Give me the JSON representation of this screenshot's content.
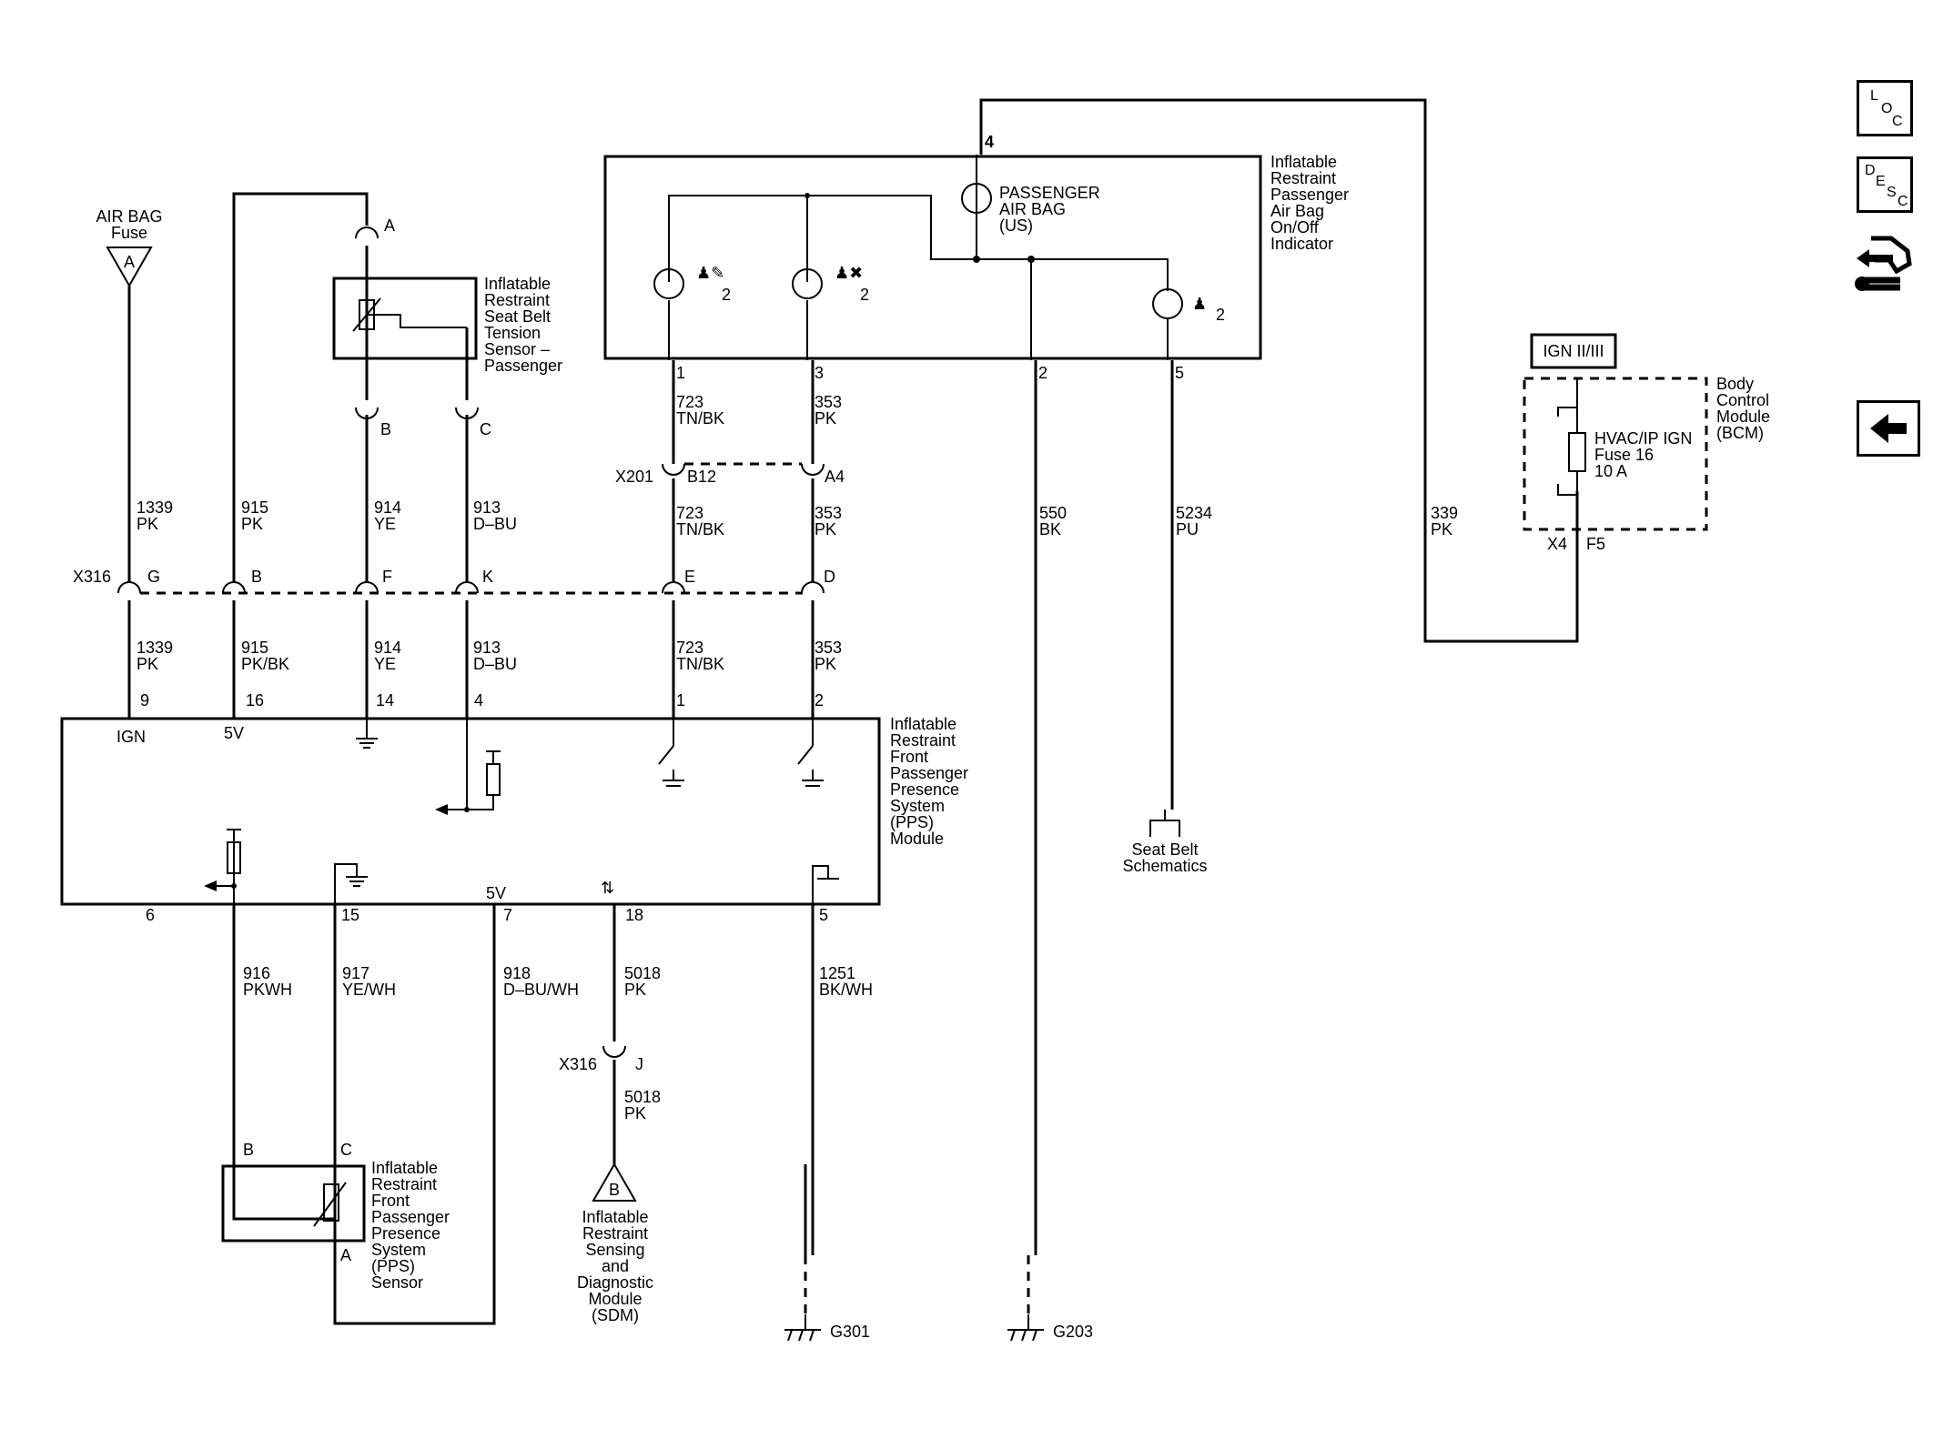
{
  "fuse_top": {
    "title_1": "AIR BAG",
    "title_2": "Fuse",
    "letter": "A"
  },
  "tension_sensor": {
    "l1": "Inflatable",
    "l2": "Restraint",
    "l3": "Seat Belt",
    "l4": "Tension",
    "l5": "Sensor –",
    "l6": "Passenger",
    "pin_a": "A",
    "pin_b": "B",
    "pin_c": "C"
  },
  "indicator": {
    "l1": "Inflatable",
    "l2": "Restraint",
    "l3": "Passenger",
    "l4": "Air Bag",
    "l5": "On/Off",
    "l6": "Indicator",
    "lamp_1": "PASSENGER",
    "lamp_2": "AIR BAG",
    "lamp_3": "(US)",
    "pin_top": "4",
    "pin_1": "1",
    "pin_3": "3",
    "pin_2": "2",
    "pin_5": "5",
    "sub": "2"
  },
  "bcm": {
    "badge": "IGN II/III",
    "l1": "Body",
    "l2": "Control",
    "l3": "Module",
    "l4": "(BCM)",
    "fuse_1": "HVAC/IP IGN",
    "fuse_2": "Fuse 16",
    "fuse_3": "10 A",
    "conn": "X4",
    "pin": "F5"
  },
  "x201": {
    "name": "X201",
    "p1": "B12",
    "p2": "A4"
  },
  "x316": {
    "name": "X316",
    "pins": [
      "G",
      "B",
      "F",
      "K",
      "E",
      "D"
    ]
  },
  "wires_a": [
    {
      "num": "723",
      "color": "TN/BK"
    },
    {
      "num": "353",
      "color": "PK"
    }
  ],
  "wires_b": [
    {
      "num": "1339",
      "color": "PK"
    },
    {
      "num": "915",
      "color": "PK"
    },
    {
      "num": "914",
      "color": "YE"
    },
    {
      "num": "913",
      "color": "D–BU"
    },
    {
      "num": "723",
      "color": "TN/BK"
    },
    {
      "num": "353",
      "color": "PK"
    },
    {
      "num": "550",
      "color": "BK"
    },
    {
      "num": "5234",
      "color": "PU"
    },
    {
      "num": "339",
      "color": "PK"
    }
  ],
  "wires_c": [
    {
      "num": "1339",
      "color": "PK"
    },
    {
      "num": "915",
      "color": "PK/BK"
    },
    {
      "num": "914",
      "color": "YE"
    },
    {
      "num": "913",
      "color": "D–BU"
    },
    {
      "num": "723",
      "color": "TN/BK"
    },
    {
      "num": "353",
      "color": "PK"
    }
  ],
  "pps_module": {
    "l1": "Inflatable",
    "l2": "Restraint",
    "l3": "Front",
    "l4": "Passenger",
    "l5": "Presence",
    "l6": "System",
    "l7": "(PPS)",
    "l8": "Module",
    "top_pins": [
      "9",
      "16",
      "14",
      "4",
      "1",
      "2"
    ],
    "bottom_pins": [
      "6",
      "15",
      "7",
      "18",
      "5"
    ],
    "ign": "IGN",
    "v5a": "5V",
    "v5b": "5V"
  },
  "wires_d": [
    {
      "num": "916",
      "color": "PKWH"
    },
    {
      "num": "917",
      "color": "YE/WH"
    },
    {
      "num": "918",
      "color": "D–BU/WH"
    },
    {
      "num": "5018",
      "color": "PK"
    },
    {
      "num": "1251",
      "color": "BK/WH"
    }
  ],
  "x316_lower": {
    "name": "X316",
    "pin": "J",
    "num": "5018",
    "color": "PK"
  },
  "sdm": {
    "letter": "B",
    "l1": "Inflatable",
    "l2": "Restraint",
    "l3": "Sensing",
    "l4": "and",
    "l5": "Diagnostic",
    "l6": "Module",
    "l7": "(SDM)"
  },
  "pps_sensor": {
    "l1": "Inflatable",
    "l2": "Restraint",
    "l3": "Front",
    "l4": "Passenger",
    "l5": "Presence",
    "l6": "System",
    "l7": "(PPS)",
    "l8": "Sensor",
    "pin_b": "B",
    "pin_c": "C",
    "pin_a": "A"
  },
  "seatbelt_ref": {
    "l1": "Seat Belt",
    "l2": "Schematics"
  },
  "grounds": {
    "g1": "G301",
    "g2": "G203"
  },
  "sidebar": {
    "loc_l": "L",
    "loc_o": "O",
    "loc_c": "C",
    "desc_d": "D",
    "desc_e": "E",
    "desc_s": "S",
    "desc_c": "C"
  }
}
